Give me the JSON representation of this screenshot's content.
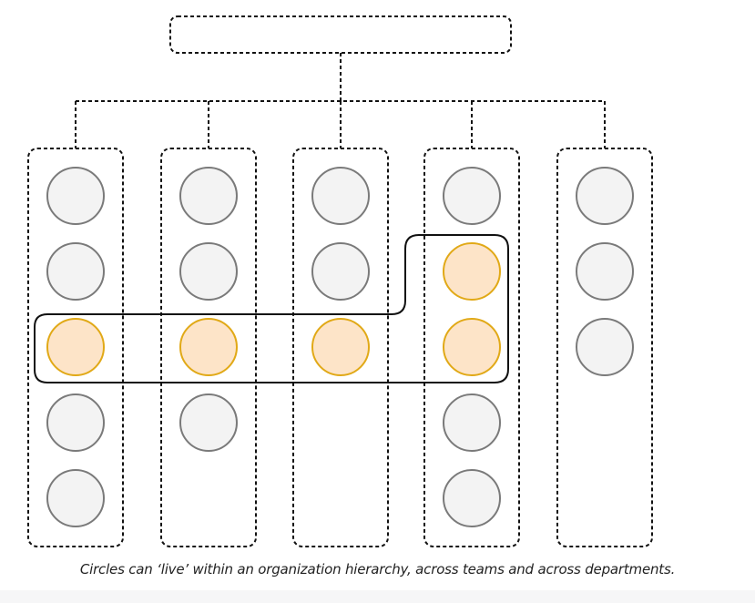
{
  "caption": "Circles can ‘live’ within an organization hierarchy, across teams and across departments.",
  "colors": {
    "stroke": "#111111",
    "member_fill": "#f3f3f3",
    "member_stroke": "#7a7a7a",
    "circle_member_fill": "#fde4c8",
    "circle_member_stroke": "#e1a917",
    "band_background": "#f6f6f7"
  },
  "root": {
    "label": ""
  },
  "teams": [
    {
      "members": [
        "regular",
        "regular",
        "circle",
        "regular",
        "regular"
      ]
    },
    {
      "members": [
        "regular",
        "regular",
        "circle",
        "regular"
      ]
    },
    {
      "members": [
        "regular",
        "regular",
        "circle"
      ]
    },
    {
      "members": [
        "regular",
        "circle",
        "circle",
        "regular",
        "regular"
      ]
    },
    {
      "members": [
        "regular",
        "regular",
        "regular"
      ]
    }
  ]
}
